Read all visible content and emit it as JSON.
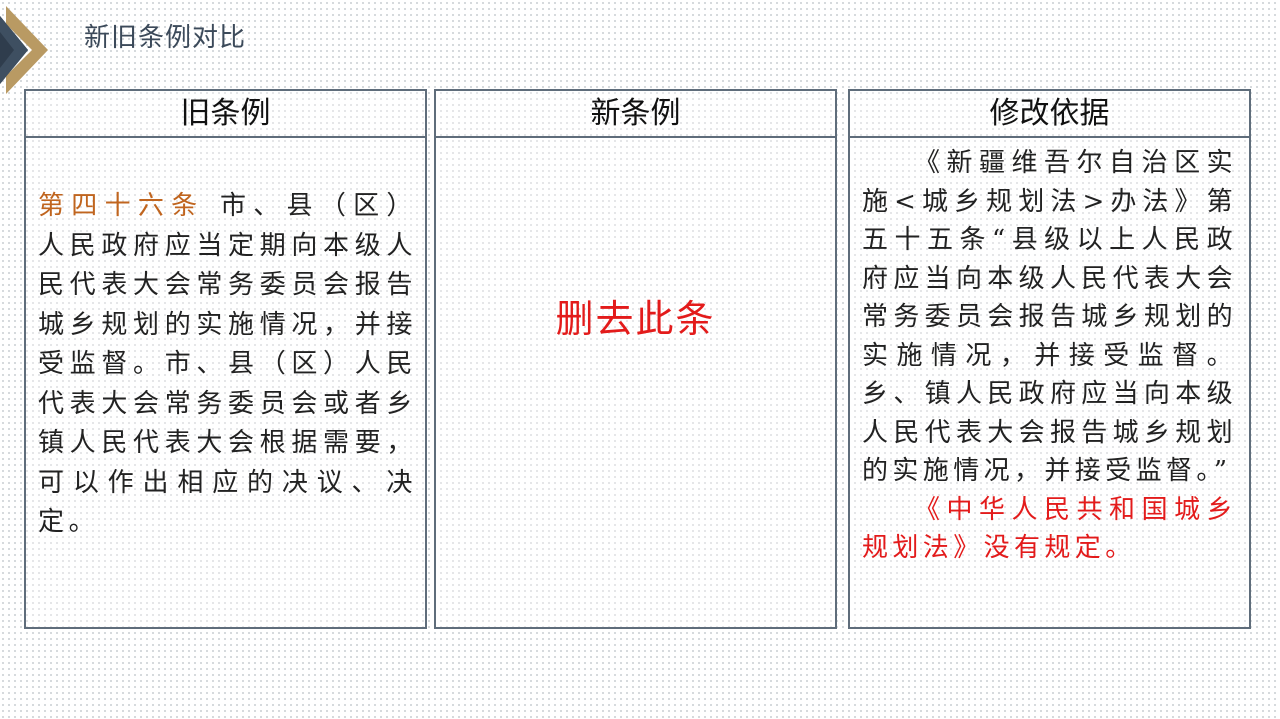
{
  "header": {
    "title": "新旧条例对比"
  },
  "columns": {
    "old": {
      "heading": "旧条例",
      "article_no": "第四十六条",
      "body": "市、县（区）人民政府应当定期向本级人民代表大会常务委员会报告城乡规划的实施情况，并接受监督。市、县（区）人民代表大会常务委员会或者乡镇人民代表大会根据需要，可以作出相应的决议、决定。"
    },
    "new": {
      "heading": "新条例",
      "body": "删去此条"
    },
    "basis": {
      "heading": "修改依据",
      "para1": "《新疆维吾尔自治区实施<城乡规划法>办法》第五十五条“县级以上人民政府应当向本级人民代表大会常务委员会报告城乡规划的实施情况，并接受监督。乡、镇人民政府应当向本级人民代表大会报告城乡规划的实施情况，并接受监督。”",
      "para2": "《中华人民共和国城乡规划法》没有规定。"
    }
  },
  "colors": {
    "article_no": "#c0651f",
    "emphasis_red": "#e31b1b",
    "border": "#5f6d7b",
    "title_text": "#3c4a5a"
  },
  "icons": {
    "header_marker": "chevron-right-icon"
  }
}
